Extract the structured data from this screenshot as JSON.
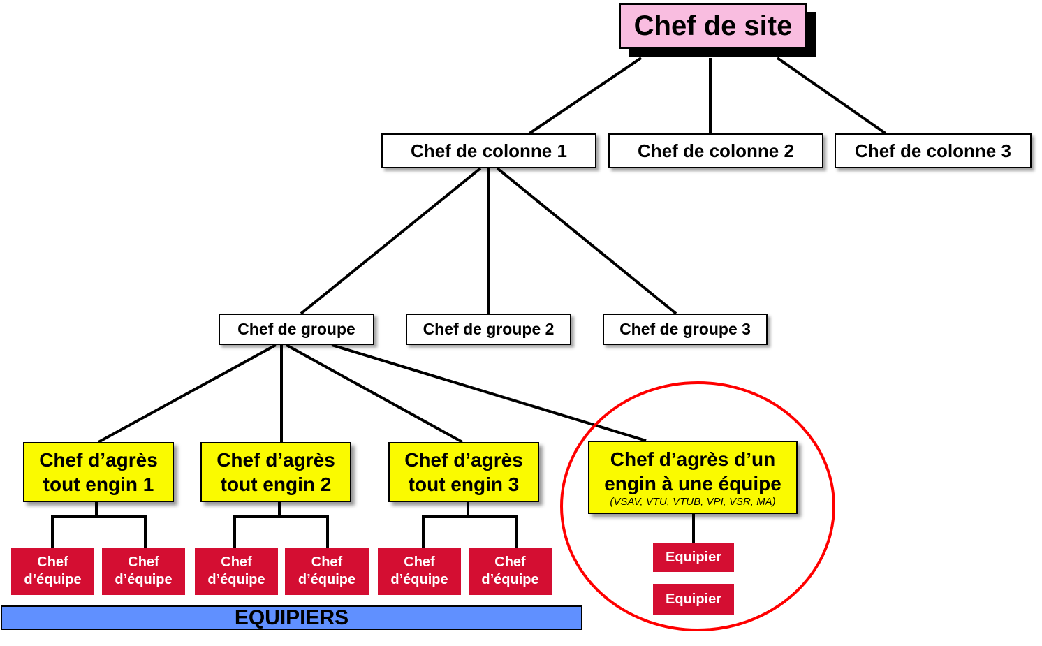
{
  "site": "Chef de site",
  "colonnes": [
    "Chef de colonne 1",
    "Chef de colonne 2",
    "Chef de colonne 3"
  ],
  "groupes": [
    "Chef de groupe",
    "Chef de groupe 2",
    "Chef de groupe 3"
  ],
  "agres": [
    {
      "l1": "Chef d’agrès",
      "l2": "tout engin 1"
    },
    {
      "l1": "Chef d’agrès",
      "l2": "tout engin 2"
    },
    {
      "l1": "Chef d’agrès",
      "l2": "tout engin 3"
    }
  ],
  "agres_special": {
    "l1": "Chef d’agrès d’un",
    "l2": "engin à une équipe",
    "sub": "(VSAV, VTU, VTUB, VPI, VSR, MA)"
  },
  "chef_equipe": {
    "l1": "Chef",
    "l2": "d’équipe"
  },
  "equipier": "Equipier",
  "equipiers_bar": "EQUIPIERS",
  "colors": {
    "site": "#F9BDE0",
    "agres": "#FAFA00",
    "equipe": "#D40E32",
    "bar": "#6090FF",
    "circle": "#FF0000"
  }
}
